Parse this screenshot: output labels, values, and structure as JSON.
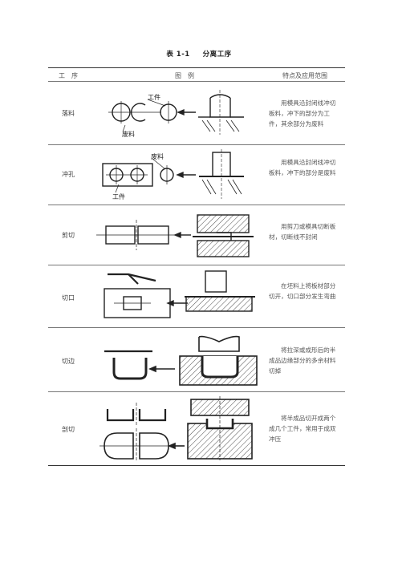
{
  "caption": {
    "number": "表 1-1",
    "title": "分离工序"
  },
  "headers": {
    "process": "工　序",
    "illustration": "图　例",
    "features": "特点及应用范围"
  },
  "rows": [
    {
      "name": "落料",
      "desc": "用模具沿封闭线冲切板料，冲下的部分为工件，其余部分为废料",
      "labels": {
        "workpiece": "工件",
        "scrap": "废料"
      }
    },
    {
      "name": "冲孔",
      "desc": "用模具沿封闭线冲切板料，冲下的部分是废料",
      "labels": {
        "workpiece": "工件",
        "scrap": "废料"
      }
    },
    {
      "name": "剪切",
      "desc": "用剪刀或模具切断板材，切断线不封闭"
    },
    {
      "name": "切口",
      "desc": "在坯料上将板材部分切开，切口部分发生弯曲"
    },
    {
      "name": "切边",
      "desc": "将拉深或成形后的半成品边缘部分的多余材料切掉"
    },
    {
      "name": "剖切",
      "desc": "将半成品切开成两个成几个工件，常用于成双冲压"
    }
  ]
}
